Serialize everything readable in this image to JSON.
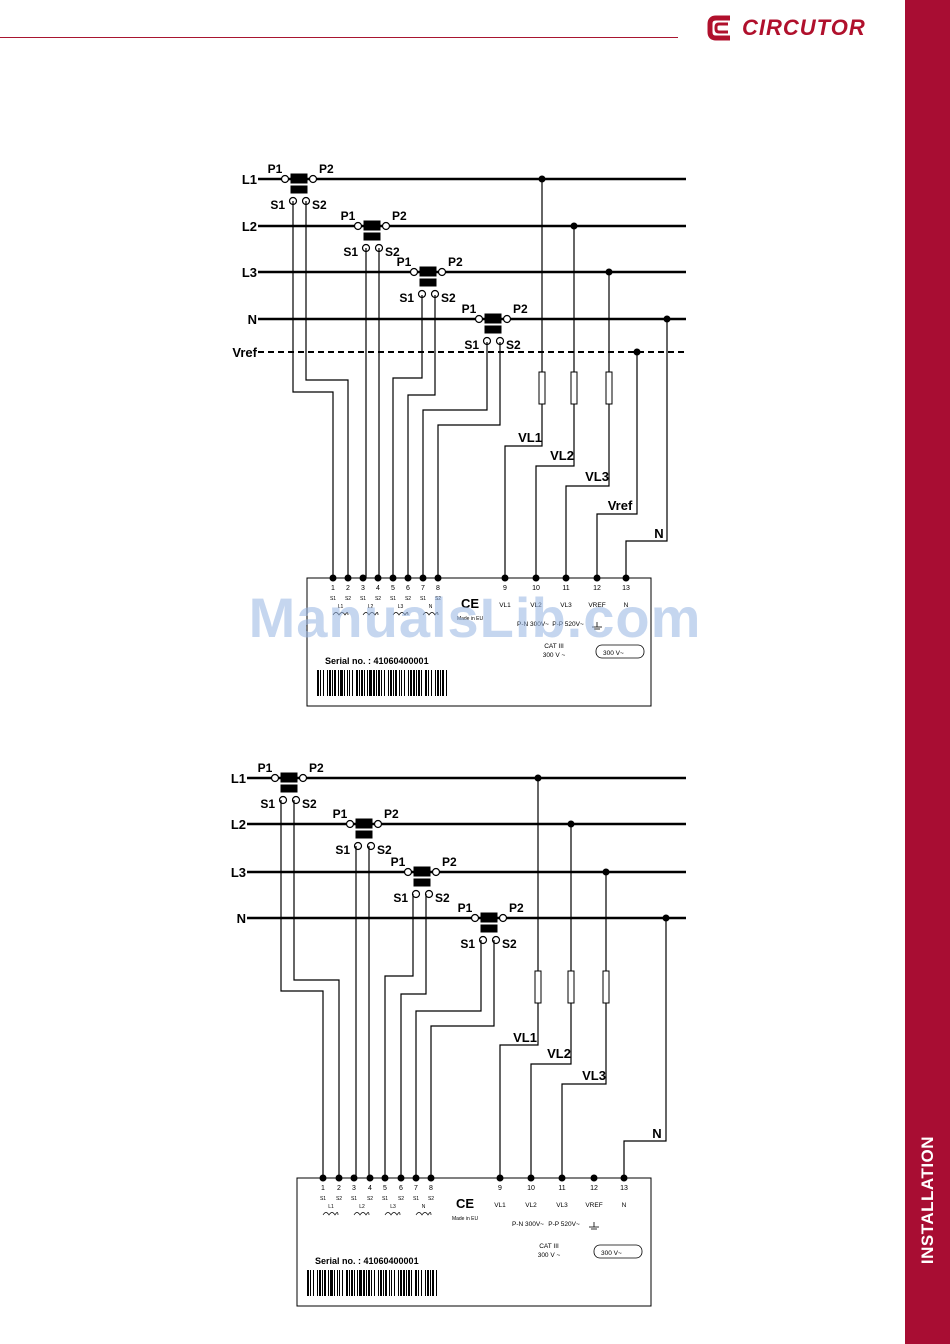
{
  "header": {
    "brand_name": "CIRCUTOR",
    "accent_color": "#a80d33"
  },
  "side_tab": {
    "label": "INSTALLATION"
  },
  "watermark": {
    "text": "ManualsLib.com"
  },
  "diagram1": {
    "line_labels": [
      "L1",
      "L2",
      "L3",
      "N",
      "Vref"
    ],
    "ct_primary_labels": [
      "P1",
      "P2"
    ],
    "ct_secondary_labels": [
      "S1",
      "S2"
    ],
    "voltage_wire_labels": [
      "VL1",
      "VL2",
      "VL3",
      "Vref",
      "N"
    ],
    "terminal_numbers": [
      "1",
      "2",
      "3",
      "4",
      "5",
      "6",
      "7",
      "8",
      "9",
      "10",
      "11",
      "12",
      "13"
    ],
    "terminal_names": [
      "VL1",
      "VL2",
      "VL3",
      "VREF",
      "N"
    ],
    "ct_channel_labels": [
      "L1",
      "L2",
      "L3",
      "N"
    ],
    "made_in": "Made in EU",
    "ce_mark": "CE",
    "pn_rating": "P-N 300V~",
    "pp_rating": "P-P 520V~",
    "cat_rating": "CAT III",
    "cat_voltage": "300 V ~",
    "voltage_badge": "300 V~",
    "serial_label": "Serial no. :",
    "serial_number": "41060400001"
  },
  "diagram2": {
    "line_labels": [
      "L1",
      "L2",
      "L3",
      "N"
    ],
    "ct_primary_labels": [
      "P1",
      "P2"
    ],
    "ct_secondary_labels": [
      "S1",
      "S2"
    ],
    "voltage_wire_labels": [
      "VL1",
      "VL2",
      "VL3",
      "N"
    ],
    "terminal_numbers": [
      "1",
      "2",
      "3",
      "4",
      "5",
      "6",
      "7",
      "8",
      "9",
      "10",
      "11",
      "12",
      "13"
    ],
    "terminal_names": [
      "VL1",
      "VL2",
      "VL3",
      "VREF",
      "N"
    ],
    "ct_channel_labels": [
      "L1",
      "L2",
      "L3",
      "N"
    ],
    "made_in": "Made in EU",
    "ce_mark": "CE",
    "pn_rating": "P-N 300V~",
    "pp_rating": "P-P 520V~",
    "cat_rating": "CAT III",
    "cat_voltage": "300 V ~",
    "voltage_badge": "300 V~",
    "serial_label": "Serial no. :",
    "serial_number": "41060400001"
  }
}
